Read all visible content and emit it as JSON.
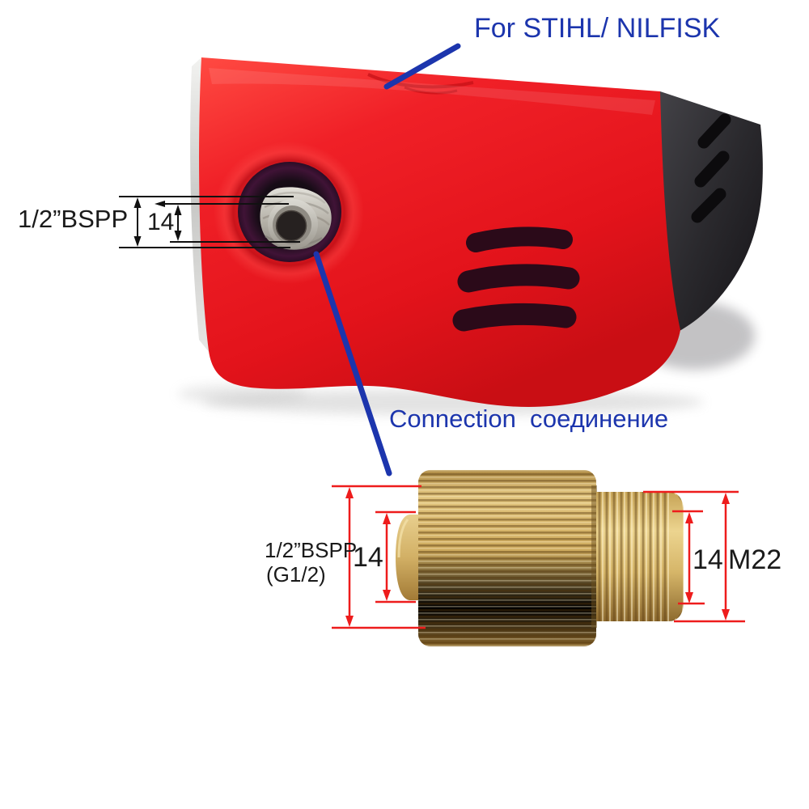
{
  "annotations": {
    "compatibility_label": "For STIHL/ NILFISK",
    "connection_label": "Connection  соединение"
  },
  "machine": {
    "description": "pressure washer pump housing with water inlet",
    "inlet_thread_label": "1/2”BSPP",
    "inlet_thread_length_mm": "14"
  },
  "adapter": {
    "description": "brass connection adapter",
    "female_thread_label": "1/2”BSPP",
    "female_thread_alt_label": "(G1/2)",
    "female_port_length_mm": "14",
    "male_thread_length_mm": "14",
    "male_thread_label": "M22"
  },
  "colors": {
    "background": "#ffffff",
    "machine_red": "#ea1c24",
    "housing_black": "#2a292d",
    "brass": "#c9a75c",
    "inlet_silver": "#c6c3bc",
    "annotation_blue": "#1c35ad",
    "dimension_red": "#ee1c1c",
    "dimension_black": "#111111"
  }
}
